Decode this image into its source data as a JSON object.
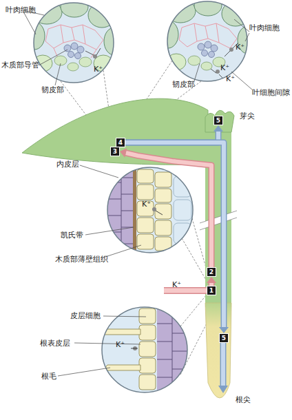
{
  "diagram": {
    "nodes": [
      {
        "text": [
          "5"
        ]
      },
      {
        "text": [
          "4"
        ]
      },
      {
        "text": [
          "3"
        ]
      },
      {
        "text": [
          "2"
        ]
      },
      {
        "text": [
          "1"
        ]
      },
      {
        "text": [
          "5"
        ]
      }
    ],
    "edges": [
      {
        "from": 4,
        "to": 3,
        "arrow": "to"
      },
      {
        "from": 3,
        "to": 2,
        "arrow": "to"
      },
      {
        "from": 1,
        "to": 0,
        "arrow": "to"
      },
      {
        "from": 1,
        "to": 5,
        "arrow": "to"
      }
    ],
    "labels": [
      "叶肉细胞",
      "叶肉细胞",
      "K⁺",
      "木质部导管",
      "K⁺",
      "K⁺",
      "K⁺",
      "韧皮部",
      "韧皮部",
      "叶细胞间隙",
      "芽尖",
      "内皮层",
      "K⁺",
      "凯氏带",
      "木质部薄壁组织",
      "K⁺",
      "皮层细胞",
      "根表皮层",
      "K⁺",
      "根毛",
      "根尖"
    ]
  }
}
